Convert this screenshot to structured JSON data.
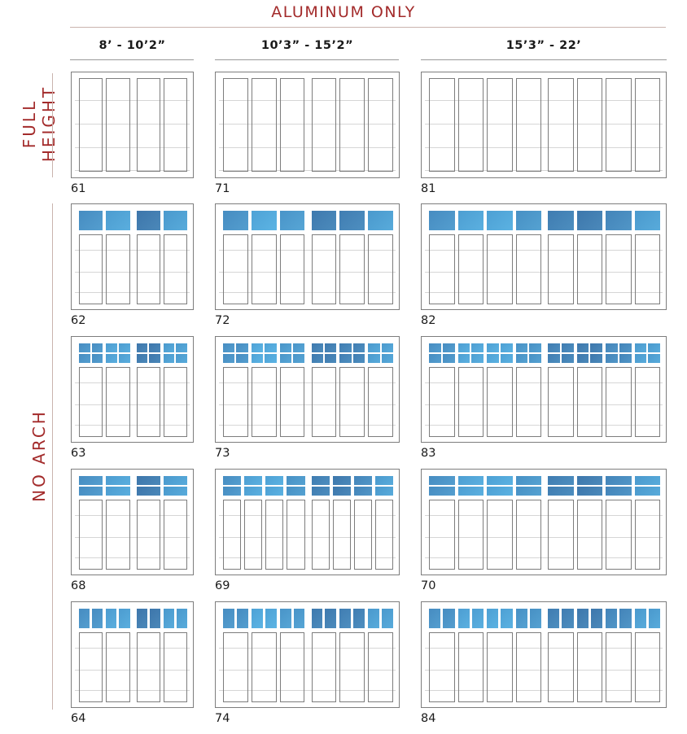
{
  "header": {
    "title": "ALUMINUM ONLY"
  },
  "columns": [
    {
      "label": "8’ - 10’2”",
      "sections": 2,
      "per_section": 2
    },
    {
      "label": "10’3” - 15’2”",
      "sections": 2,
      "per_section": 3
    },
    {
      "label": "15’3” - 22’",
      "sections": 2,
      "per_section": 4
    }
  ],
  "row_labels": {
    "full_height": "FULL HEIGHT",
    "no_arch": "NO ARCH"
  },
  "rows": [
    {
      "style": "full",
      "codes": [
        "61",
        "71",
        "81"
      ]
    },
    {
      "style": "single",
      "codes": [
        "62",
        "72",
        "82"
      ]
    },
    {
      "style": "grid2",
      "codes": [
        "63",
        "73",
        "83"
      ]
    },
    {
      "style": "wide2",
      "codes": [
        "68",
        "69",
        "70"
      ]
    },
    {
      "style": "vert",
      "codes": [
        "64",
        "74",
        "84"
      ]
    }
  ],
  "colors": {
    "accent": "#a32b2b",
    "glass_dark": "#3d76ab",
    "glass_light": "#4ea2d6",
    "frame": "#7d7d7d"
  }
}
